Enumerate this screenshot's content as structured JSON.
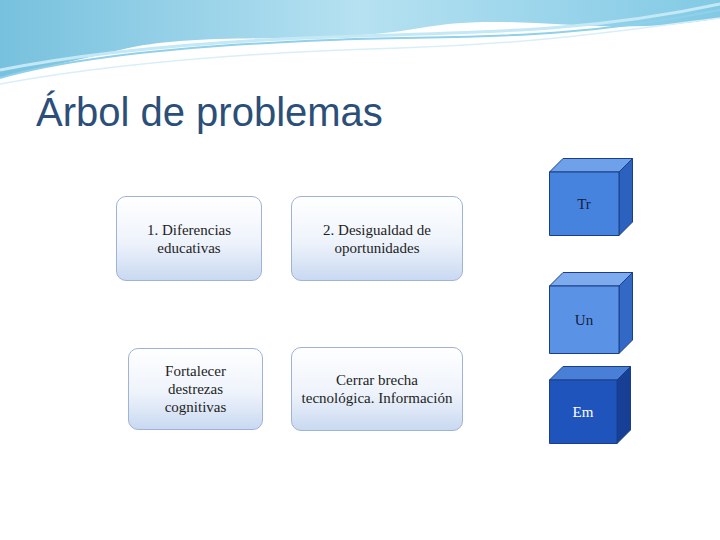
{
  "diagram": {
    "title": "Árbol de problemas",
    "nodes": [
      {
        "text": [
          "1. Diferencias educativas"
        ]
      },
      {
        "text": [
          "2. Desigualdad de oportunidades"
        ]
      },
      {
        "text": [
          "Tr"
        ]
      },
      {
        "text": [
          "Un"
        ]
      },
      {
        "text": [
          "Fortalecer destrezas cognitivas"
        ]
      },
      {
        "text": [
          "Cerrar brecha tecnológica. Información"
        ]
      },
      {
        "text": [
          "Em"
        ]
      }
    ]
  }
}
